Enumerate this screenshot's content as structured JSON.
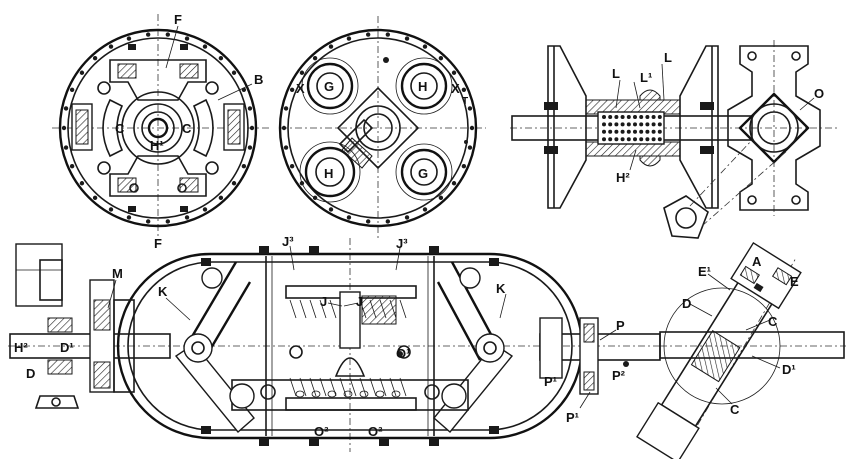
{
  "labels": {
    "top_left": {
      "F_top": "F",
      "F_bottom": "F",
      "B": "B",
      "C_left": "C",
      "C_right": "C",
      "H1": "H¹"
    },
    "top_middle": {
      "X_left": "X",
      "X_right": "X",
      "G_top": "G",
      "G_bottom": "G",
      "H_top": "H",
      "H_bottom": "H",
      "T": "T"
    },
    "top_right": {
      "L_left": "L",
      "L1": "L¹",
      "L_right": "L",
      "H2": "H²",
      "O": "O"
    },
    "main": {
      "M": "M",
      "K_left": "K",
      "K_right": "K",
      "J3_left": "J³",
      "J3_right": "J³",
      "J_left": "J",
      "J_right": "J",
      "H2": "H²",
      "D1": "D¹",
      "D": "D",
      "O1": "O¹",
      "O2_left": "O²",
      "O2_right": "O²",
      "P": "P",
      "P1_a": "P¹",
      "P1_b": "P¹",
      "P2": "P²"
    },
    "right": {
      "E1": "E¹",
      "A": "A",
      "E": "E",
      "D": "D",
      "C_top": "C",
      "D1": "D¹",
      "C_bottom": "C"
    }
  }
}
